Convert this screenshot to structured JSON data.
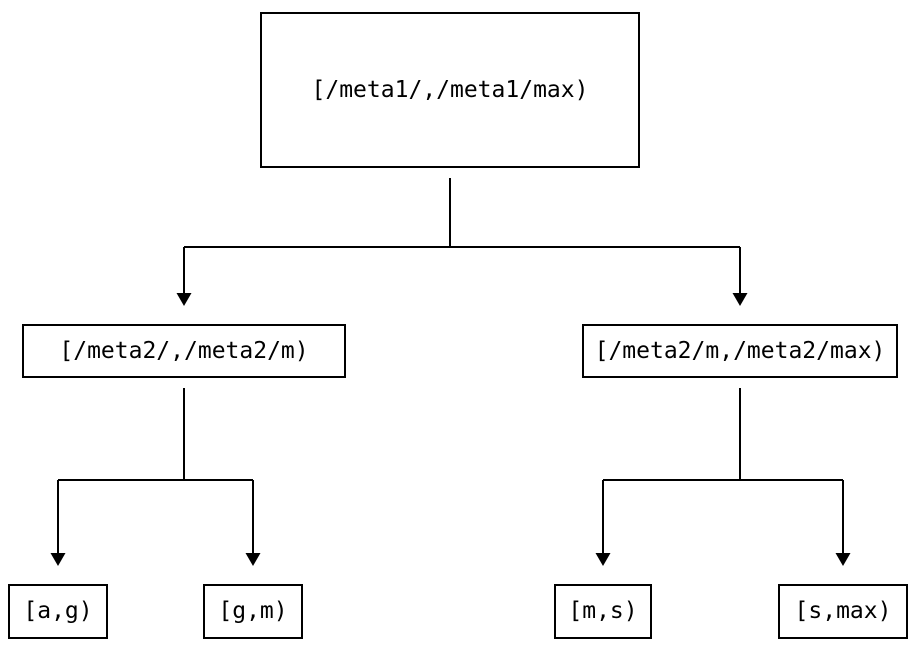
{
  "diagram": {
    "type": "tree",
    "description": "Interval partition tree",
    "root": {
      "label": "[/meta1/,/meta1/max)"
    },
    "children": [
      {
        "label": "[/meta2/,/meta2/m)",
        "children": [
          {
            "label": "[a,g)"
          },
          {
            "label": "[g,m)"
          }
        ]
      },
      {
        "label": "[/meta2/m,/meta2/max)",
        "children": [
          {
            "label": "[m,s)"
          },
          {
            "label": "[s,max)"
          }
        ]
      }
    ],
    "colors": {
      "line": "#000000",
      "text": "#000000",
      "background": "#ffffff"
    }
  }
}
